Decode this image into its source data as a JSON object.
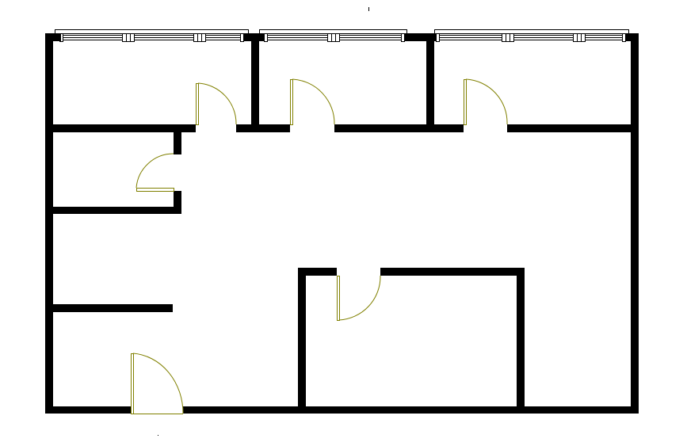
{
  "colors": {
    "wall": "#000000",
    "door": "#808000",
    "background": "#ffffff"
  },
  "plan": {
    "rooms": 7,
    "doors": 6,
    "windows": 3
  }
}
